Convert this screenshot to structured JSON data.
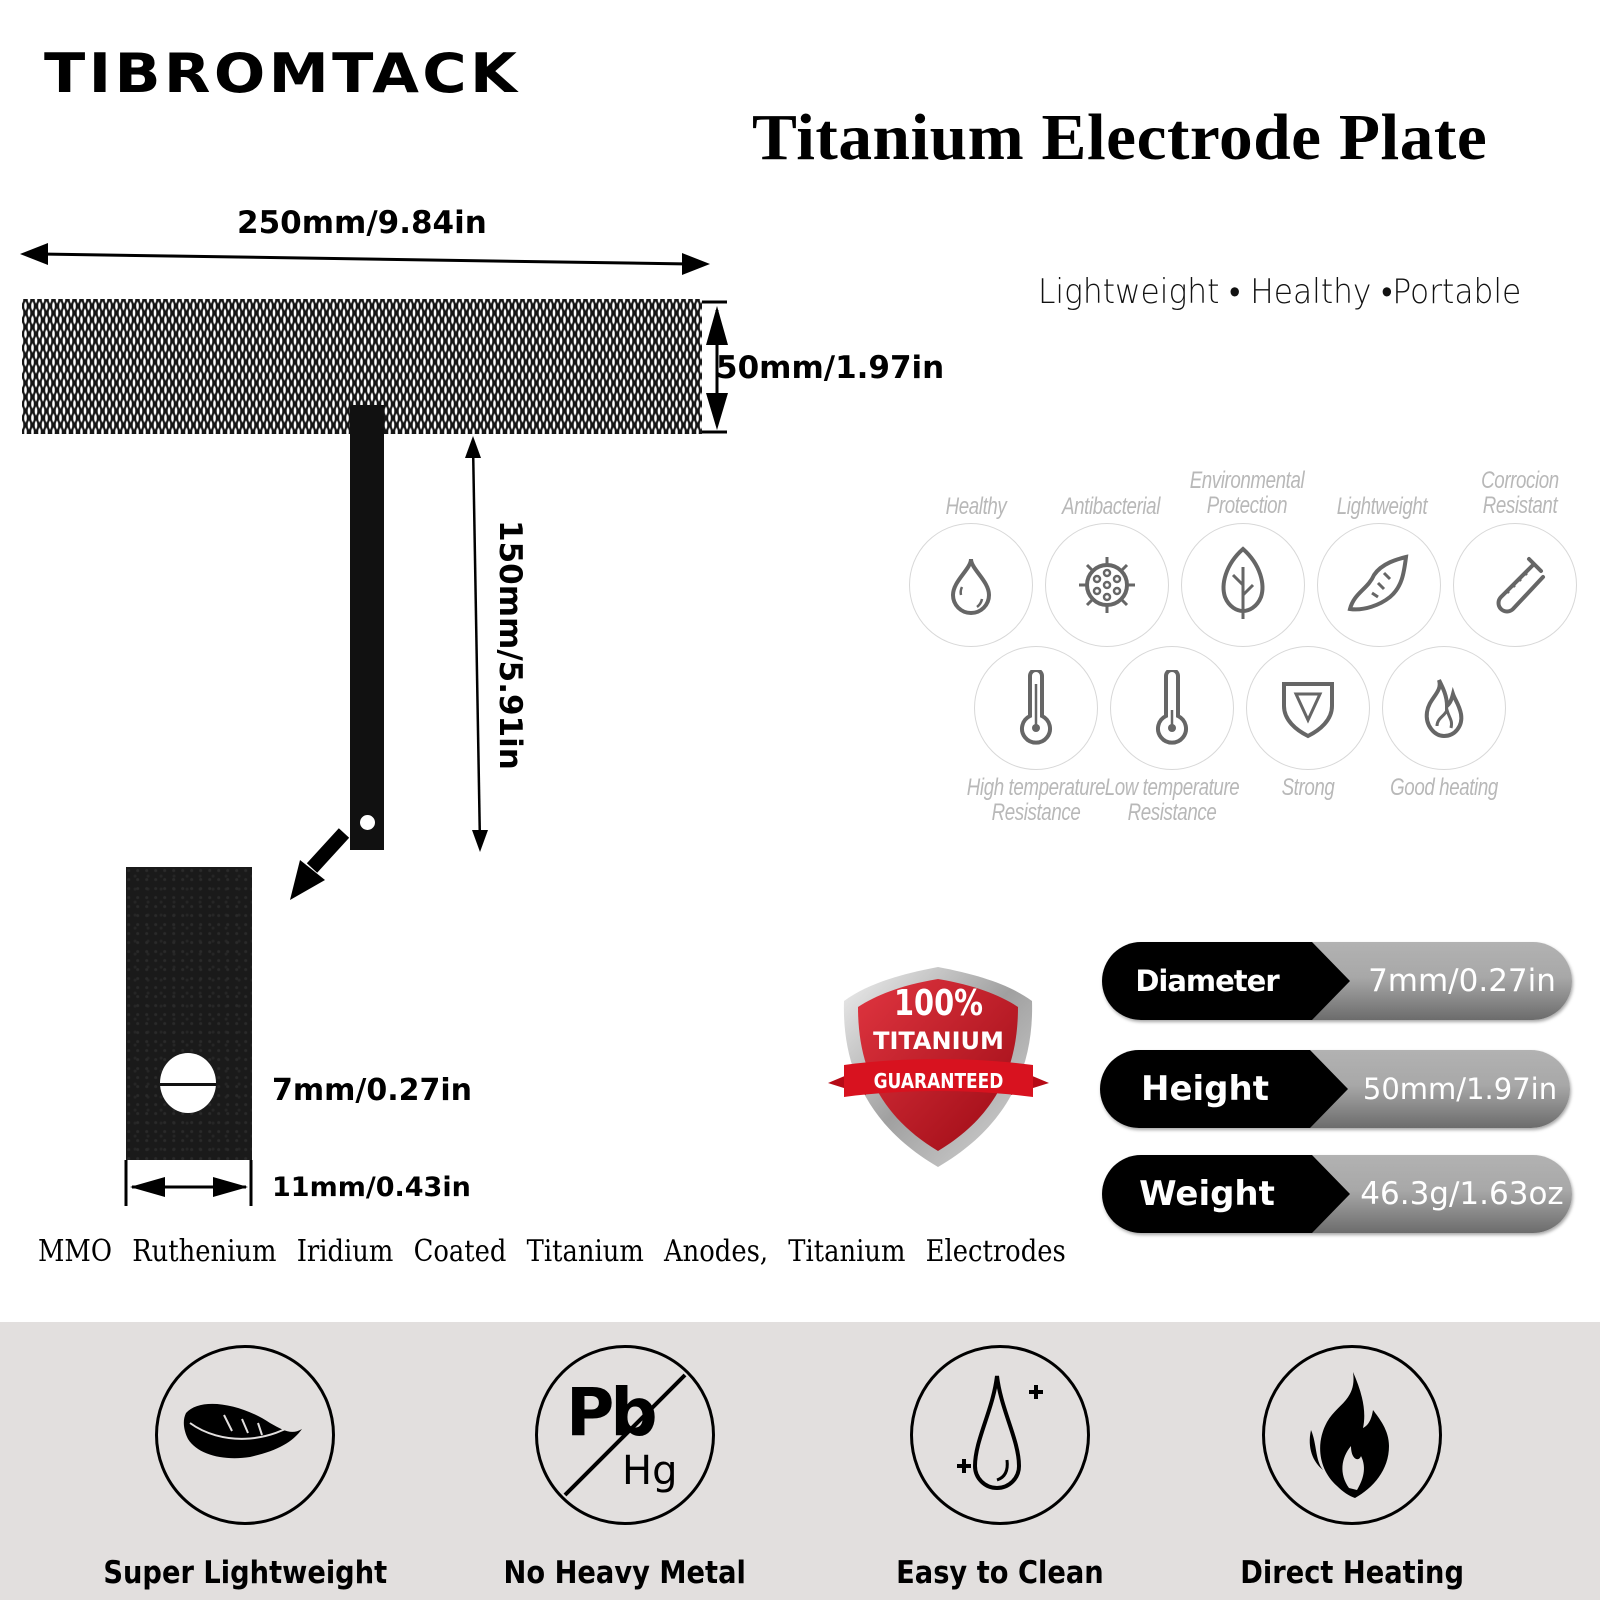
{
  "header": {
    "brand": "TIBROMTACK",
    "title": "Titanium Electrode Plate",
    "tagline": "Lightweight • Healthy •Portable"
  },
  "diagram": {
    "width_label": "250mm/9.84in",
    "height_label": "50mm/1.97in",
    "stem_length_label": "150mm/5.91in",
    "hole_diameter_label": "7mm/0.27in",
    "tab_width_label": "11mm/0.43in"
  },
  "features": [
    {
      "label": "Healthy",
      "icon": "water-drop-icon"
    },
    {
      "label": "Antibacterial",
      "icon": "virus-icon"
    },
    {
      "label": "Environmental Protection",
      "icon": "leaf-icon"
    },
    {
      "label": "Lightweight",
      "icon": "feather-icon"
    },
    {
      "label": "Corrocion Resistant",
      "icon": "test-tube-icon"
    },
    {
      "label": "High temperature Resistance",
      "icon": "thermometer-icon"
    },
    {
      "label": "Low temperature Resistance",
      "icon": "thermometer-icon"
    },
    {
      "label": "Strong",
      "icon": "shield-icon"
    },
    {
      "label": "Good heating",
      "icon": "flame-icon"
    }
  ],
  "badge": {
    "percent": "100%",
    "material": "TITANIUM",
    "ribbon": "GUARANTEED",
    "colors": {
      "red": "#c8101e",
      "silver": "#b8b8b8"
    }
  },
  "specs": [
    {
      "label": "Diameter",
      "value": "7mm/0.27in"
    },
    {
      "label": "Height",
      "value": "50mm/1.97in"
    },
    {
      "label": "Weight",
      "value": "46.3g/1.63oz"
    }
  ],
  "subtitle": "MMO Ruthenium Iridium Coated Titanium Anodes, Titanium Electrodes",
  "bottom_features": [
    {
      "label": "Super Lightweight",
      "icon": "feather-icon"
    },
    {
      "label": "No Heavy Metal",
      "icon": "no-heavy-metal-icon",
      "symbols": [
        "Pb",
        "Hg"
      ]
    },
    {
      "label": "Easy to Clean",
      "icon": "water-drop-plus-icon"
    },
    {
      "label": "Direct Heating",
      "icon": "flame-icon"
    }
  ],
  "colors": {
    "band_background": "#e2dfde",
    "feature_label": "#b8b8b8",
    "feature_icon": "#666666"
  }
}
